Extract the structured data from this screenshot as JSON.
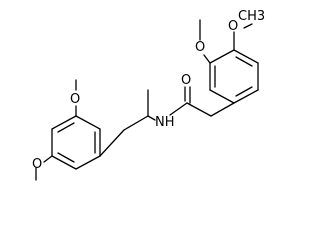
{
  "atoms": {
    "o_top_1": "O",
    "ch3_top_1": "CH3",
    "o_top_2": "O",
    "o_carbonyl": "O",
    "nh": "NH",
    "o_left_1": "O",
    "o_left_2": "O"
  }
}
